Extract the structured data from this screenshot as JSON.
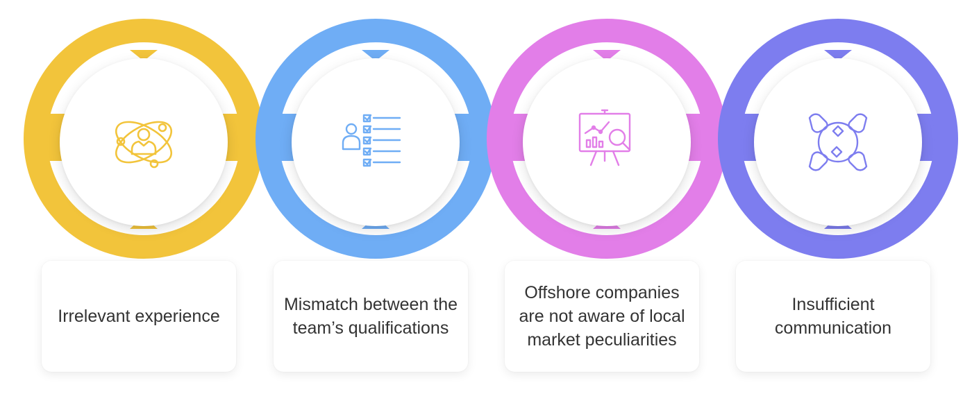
{
  "steps": [
    {
      "label": "Irrelevant experience",
      "color": "#f2c43b",
      "icon": "atom-person-icon"
    },
    {
      "label": "Mismatch between the team’s qualifications",
      "color": "#6fadf5",
      "icon": "checklist-person-icon"
    },
    {
      "label": "Offshore companies are not aware of local market peculiarities",
      "color": "#e27ee8",
      "icon": "presentation-analytics-icon"
    },
    {
      "label": "Insufficient communication",
      "color": "#7d7def",
      "icon": "handshake-network-icon"
    }
  ]
}
